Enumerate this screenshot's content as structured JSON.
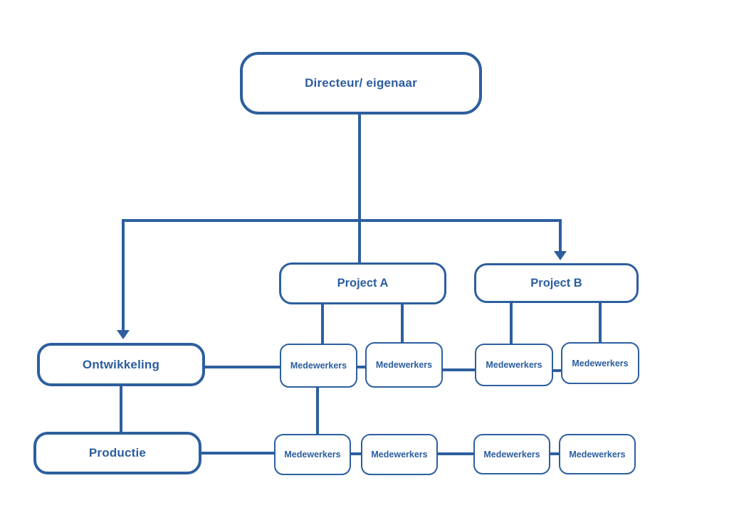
{
  "colors": {
    "primary": "#2d5f9e",
    "text": "#2b5d9f",
    "background": "#ffffff"
  },
  "org_chart": {
    "type": "organization-diagram",
    "nodes": {
      "directeur": "Directeur/ eigenaar",
      "project_a": "Project A",
      "project_b": "Project B",
      "ontwikkeling": "Ontwikkeling",
      "productie": "Productie",
      "medewerkers": [
        "Medewerkers",
        "Medewerkers",
        "Medewerkers",
        "Medewerkers",
        "Medewerkers",
        "Medewerkers",
        "Medewerkers",
        "Medewerkers"
      ]
    },
    "edges": [
      "directeur -> ontwikkeling (arrow)",
      "directeur -> project_a",
      "directeur -> project_b (arrow)",
      "project_a -> medewerkers.0",
      "project_a -> medewerkers.1",
      "project_b -> medewerkers.2",
      "project_b -> medewerkers.3",
      "ontwikkeling - medewerkers.0",
      "medewerkers.0 - medewerkers.1",
      "medewerkers.1 - medewerkers.2",
      "medewerkers.2 - medewerkers.3",
      "ontwikkeling -> productie",
      "medewerkers.0 -> medewerkers.4",
      "productie - medewerkers.4",
      "medewerkers.4 - medewerkers.5",
      "medewerkers.5 - medewerkers.6",
      "medewerkers.6 - medewerkers.7"
    ]
  }
}
